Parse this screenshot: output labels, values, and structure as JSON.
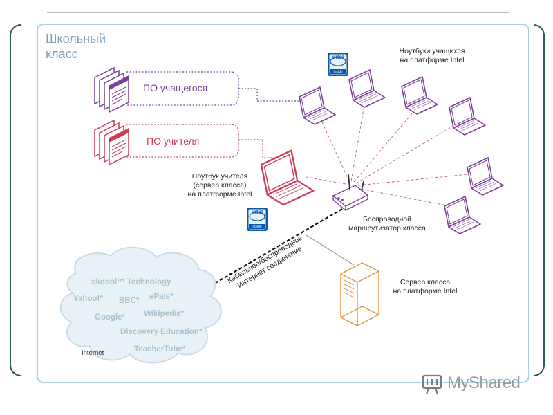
{
  "title": "Школьный\nкласс",
  "software": {
    "student": "ПО учащегося",
    "teacher": "ПО учителя"
  },
  "labels": {
    "student_laptops": [
      "Ноутбуки учащихся",
      "на платформе Intel"
    ],
    "teacher_laptop": [
      "Ноутбук учителя",
      "(сервер класса)",
      "на платформе Intel"
    ],
    "router": [
      "Беспроводной",
      "маршрутизатор класса"
    ],
    "server": [
      "Сервер класса",
      "на платформе Intel"
    ],
    "connection": [
      "Кабельное/беспроводное",
      "Интернет соединение"
    ],
    "internet": "Internet"
  },
  "intel_badge": {
    "brand": "intel",
    "sub": "inside"
  },
  "cloud_items": [
    "skoool™ Technology",
    "Yahoo!*",
    "BBC*",
    "ePals*",
    "Google*",
    "Wikipedia*",
    "Discovery Education*",
    "TeacherTube*"
  ],
  "watermark": "MyShared",
  "colors": {
    "frame": "#a9cfe0",
    "student": "#7a3f96",
    "teacher": "#d03a55",
    "server": "#e8913a",
    "cloud": "#e8f1f6",
    "cloud_text": "#a8c4d4",
    "title": "#7fa1b5",
    "link_dash": "#c06a9a"
  },
  "icons": [
    "document-stack-icon",
    "laptop-icon",
    "router-icon",
    "server-tower-icon",
    "cloud-icon",
    "intel-inside-badge-icon"
  ]
}
